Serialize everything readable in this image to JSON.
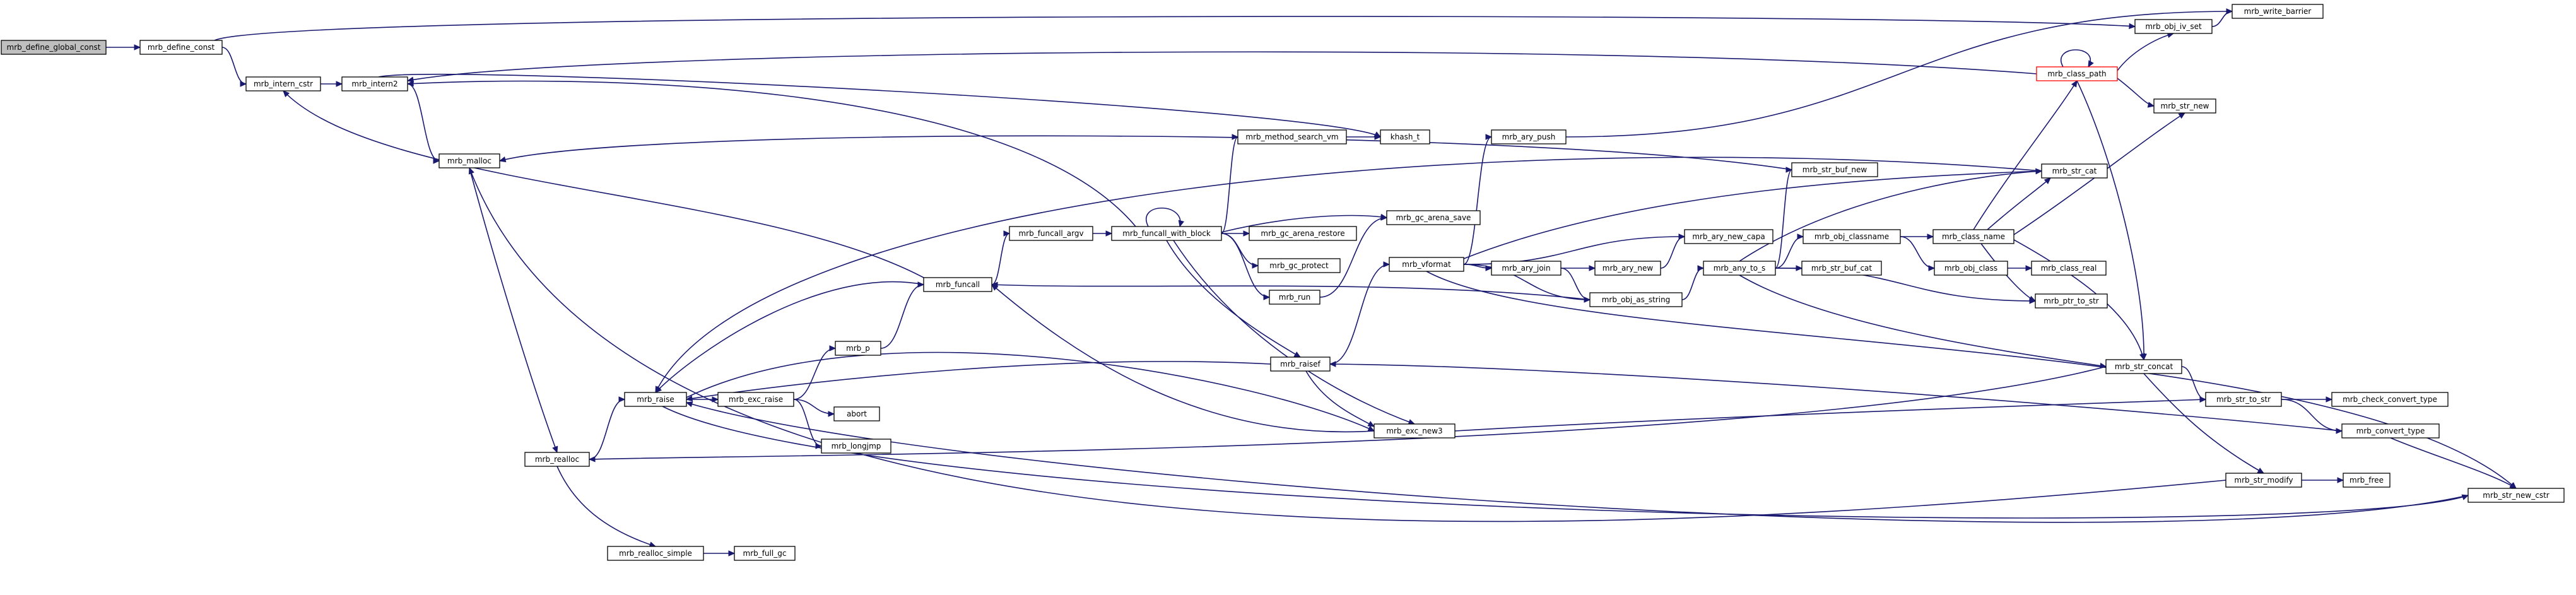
{
  "graph": {
    "edge_color": "#191970",
    "root_fill": "#bfbfbf",
    "highlight_stroke": "#ff0000",
    "nodes": [
      {
        "id": "mrb_define_global_const",
        "label": "mrb_define_global_const",
        "style": "root"
      },
      {
        "id": "mrb_define_const",
        "label": "mrb_define_const"
      },
      {
        "id": "mrb_intern_cstr",
        "label": "mrb_intern_cstr"
      },
      {
        "id": "mrb_intern2",
        "label": "mrb_intern2"
      },
      {
        "id": "mrb_malloc",
        "label": "mrb_malloc"
      },
      {
        "id": "mrb_realloc",
        "label": "mrb_realloc"
      },
      {
        "id": "mrb_raise",
        "label": "mrb_raise"
      },
      {
        "id": "mrb_realloc_simple",
        "label": "mrb_realloc_simple"
      },
      {
        "id": "mrb_full_gc",
        "label": "mrb_full_gc"
      },
      {
        "id": "mrb_exc_raise",
        "label": "mrb_exc_raise"
      },
      {
        "id": "mrb_p",
        "label": "mrb_p"
      },
      {
        "id": "abort",
        "label": "abort"
      },
      {
        "id": "mrb_longjmp",
        "label": "mrb_longjmp"
      },
      {
        "id": "mrb_funcall",
        "label": "mrb_funcall"
      },
      {
        "id": "mrb_funcall_argv",
        "label": "mrb_funcall_argv"
      },
      {
        "id": "mrb_funcall_with_block",
        "label": "mrb_funcall_with_block"
      },
      {
        "id": "mrb_method_search_vm",
        "label": "mrb_method_search_vm"
      },
      {
        "id": "khash_t",
        "label": "khash_t"
      },
      {
        "id": "mrb_gc_arena_restore",
        "label": "mrb_gc_arena_restore"
      },
      {
        "id": "mrb_gc_protect",
        "label": "mrb_gc_protect"
      },
      {
        "id": "mrb_run",
        "label": "mrb_run"
      },
      {
        "id": "mrb_gc_arena_save",
        "label": "mrb_gc_arena_save"
      },
      {
        "id": "mrb_raisef",
        "label": "mrb_raisef"
      },
      {
        "id": "mrb_exc_new3",
        "label": "mrb_exc_new3"
      },
      {
        "id": "mrb_vformat",
        "label": "mrb_vformat"
      },
      {
        "id": "mrb_ary_push",
        "label": "mrb_ary_push"
      },
      {
        "id": "mrb_ary_join",
        "label": "mrb_ary_join"
      },
      {
        "id": "mrb_ary_new",
        "label": "mrb_ary_new"
      },
      {
        "id": "mrb_ary_new_capa",
        "label": "mrb_ary_new_capa"
      },
      {
        "id": "mrb_obj_as_string",
        "label": "mrb_obj_as_string"
      },
      {
        "id": "mrb_any_to_s",
        "label": "mrb_any_to_s"
      },
      {
        "id": "mrb_str_buf_new",
        "label": "mrb_str_buf_new"
      },
      {
        "id": "mrb_obj_classname",
        "label": "mrb_obj_classname"
      },
      {
        "id": "mrb_str_buf_cat",
        "label": "mrb_str_buf_cat"
      },
      {
        "id": "mrb_obj_class",
        "label": "mrb_obj_class"
      },
      {
        "id": "mrb_class_name",
        "label": "mrb_class_name"
      },
      {
        "id": "mrb_class_real",
        "label": "mrb_class_real"
      },
      {
        "id": "mrb_ptr_to_str",
        "label": "mrb_ptr_to_str"
      },
      {
        "id": "mrb_str_cat",
        "label": "mrb_str_cat"
      },
      {
        "id": "mrb_class_path",
        "label": "mrb_class_path",
        "style": "highlight"
      },
      {
        "id": "mrb_obj_iv_set",
        "label": "mrb_obj_iv_set"
      },
      {
        "id": "mrb_write_barrier",
        "label": "mrb_write_barrier"
      },
      {
        "id": "mrb_str_new",
        "label": "mrb_str_new"
      },
      {
        "id": "mrb_str_concat",
        "label": "mrb_str_concat"
      },
      {
        "id": "mrb_str_to_str",
        "label": "mrb_str_to_str"
      },
      {
        "id": "mrb_check_convert_type",
        "label": "mrb_check_convert_type"
      },
      {
        "id": "mrb_convert_type",
        "label": "mrb_convert_type"
      },
      {
        "id": "mrb_str_modify",
        "label": "mrb_str_modify"
      },
      {
        "id": "mrb_free",
        "label": "mrb_free"
      },
      {
        "id": "mrb_str_new_cstr",
        "label": "mrb_str_new_cstr"
      }
    ],
    "edges": [
      [
        "mrb_define_global_const",
        "mrb_define_const"
      ],
      [
        "mrb_define_const",
        "mrb_intern_cstr"
      ],
      [
        "mrb_define_const",
        "mrb_obj_iv_set"
      ],
      [
        "mrb_intern_cstr",
        "mrb_intern2"
      ],
      [
        "mrb_intern2",
        "mrb_malloc"
      ],
      [
        "mrb_intern2",
        "khash_t"
      ],
      [
        "mrb_malloc",
        "mrb_realloc"
      ],
      [
        "mrb_realloc",
        "mrb_raise"
      ],
      [
        "mrb_realloc",
        "mrb_realloc_simple"
      ],
      [
        "mrb_realloc_simple",
        "mrb_full_gc"
      ],
      [
        "mrb_raise",
        "mrb_exc_raise"
      ],
      [
        "mrb_raise",
        "mrb_str_new_cstr"
      ],
      [
        "mrb_raise",
        "mrb_exc_new3"
      ],
      [
        "mrb_exc_raise",
        "mrb_p"
      ],
      [
        "mrb_exc_raise",
        "abort"
      ],
      [
        "mrb_exc_raise",
        "mrb_longjmp"
      ],
      [
        "mrb_p",
        "mrb_funcall"
      ],
      [
        "mrb_funcall",
        "mrb_intern_cstr"
      ],
      [
        "mrb_funcall",
        "mrb_raise"
      ],
      [
        "mrb_funcall",
        "mrb_funcall_argv"
      ],
      [
        "mrb_funcall_argv",
        "mrb_funcall_with_block"
      ],
      [
        "mrb_funcall_with_block",
        "mrb_funcall_with_block"
      ],
      [
        "mrb_funcall_with_block",
        "mrb_intern2"
      ],
      [
        "mrb_funcall_with_block",
        "mrb_method_search_vm"
      ],
      [
        "mrb_funcall_with_block",
        "mrb_gc_arena_save"
      ],
      [
        "mrb_funcall_with_block",
        "mrb_gc_arena_restore"
      ],
      [
        "mrb_funcall_with_block",
        "mrb_gc_protect"
      ],
      [
        "mrb_funcall_with_block",
        "mrb_run"
      ],
      [
        "mrb_funcall_with_block",
        "mrb_raisef"
      ],
      [
        "mrb_funcall_with_block",
        "mrb_exc_new3"
      ],
      [
        "mrb_method_search_vm",
        "khash_t"
      ],
      [
        "mrb_run",
        "mrb_gc_arena_save"
      ],
      [
        "mrb_raisef",
        "mrb_raise"
      ],
      [
        "mrb_raisef",
        "mrb_vformat"
      ],
      [
        "mrb_raisef",
        "mrb_exc_new3"
      ],
      [
        "mrb_exc_new3",
        "mrb_funcall"
      ],
      [
        "mrb_exc_new3",
        "mrb_str_to_str"
      ],
      [
        "mrb_vformat",
        "mrb_ary_push"
      ],
      [
        "mrb_vformat",
        "mrb_ary_new_capa"
      ],
      [
        "mrb_vformat",
        "mrb_ary_join"
      ],
      [
        "mrb_vformat",
        "mrb_obj_as_string"
      ],
      [
        "mrb_vformat",
        "mrb_str_cat"
      ],
      [
        "mrb_vformat",
        "mrb_str_new_cstr"
      ],
      [
        "mrb_ary_push",
        "mrb_write_barrier"
      ],
      [
        "mrb_ary_join",
        "mrb_ary_new"
      ],
      [
        "mrb_ary_join",
        "mrb_obj_as_string"
      ],
      [
        "mrb_ary_new",
        "mrb_ary_new_capa"
      ],
      [
        "mrb_obj_as_string",
        "mrb_any_to_s"
      ],
      [
        "mrb_obj_as_string",
        "mrb_funcall"
      ],
      [
        "mrb_any_to_s",
        "mrb_str_buf_new"
      ],
      [
        "mrb_any_to_s",
        "mrb_obj_classname"
      ],
      [
        "mrb_any_to_s",
        "mrb_str_buf_cat"
      ],
      [
        "mrb_any_to_s",
        "mrb_str_cat"
      ],
      [
        "mrb_any_to_s",
        "mrb_ptr_to_str"
      ],
      [
        "mrb_any_to_s",
        "mrb_str_concat"
      ],
      [
        "mrb_str_buf_new",
        "mrb_malloc"
      ],
      [
        "mrb_obj_classname",
        "mrb_class_name"
      ],
      [
        "mrb_obj_classname",
        "mrb_obj_class"
      ],
      [
        "mrb_obj_class",
        "mrb_class_real"
      ],
      [
        "mrb_class_name",
        "mrb_class_path"
      ],
      [
        "mrb_class_name",
        "mrb_str_new"
      ],
      [
        "mrb_class_name",
        "mrb_str_cat"
      ],
      [
        "mrb_class_name",
        "mrb_ptr_to_str"
      ],
      [
        "mrb_class_name",
        "mrb_str_concat"
      ],
      [
        "mrb_str_cat",
        "mrb_raise"
      ],
      [
        "mrb_class_path",
        "mrb_class_path"
      ],
      [
        "mrb_class_path",
        "mrb_intern2"
      ],
      [
        "mrb_class_path",
        "mrb_obj_iv_set"
      ],
      [
        "mrb_class_path",
        "mrb_str_new"
      ],
      [
        "mrb_class_path",
        "mrb_str_concat"
      ],
      [
        "mrb_obj_iv_set",
        "mrb_write_barrier"
      ],
      [
        "mrb_str_concat",
        "mrb_str_to_str"
      ],
      [
        "mrb_str_concat",
        "mrb_str_modify"
      ],
      [
        "mrb_str_concat",
        "mrb_realloc"
      ],
      [
        "mrb_str_to_str",
        "mrb_check_convert_type"
      ],
      [
        "mrb_str_to_str",
        "mrb_convert_type"
      ],
      [
        "mrb_convert_type",
        "mrb_raisef"
      ],
      [
        "mrb_convert_type",
        "mrb_str_new_cstr"
      ],
      [
        "mrb_str_modify",
        "mrb_free"
      ],
      [
        "mrb_str_modify",
        "mrb_malloc"
      ],
      [
        "mrb_str_new_cstr",
        "mrb_raise"
      ]
    ]
  }
}
